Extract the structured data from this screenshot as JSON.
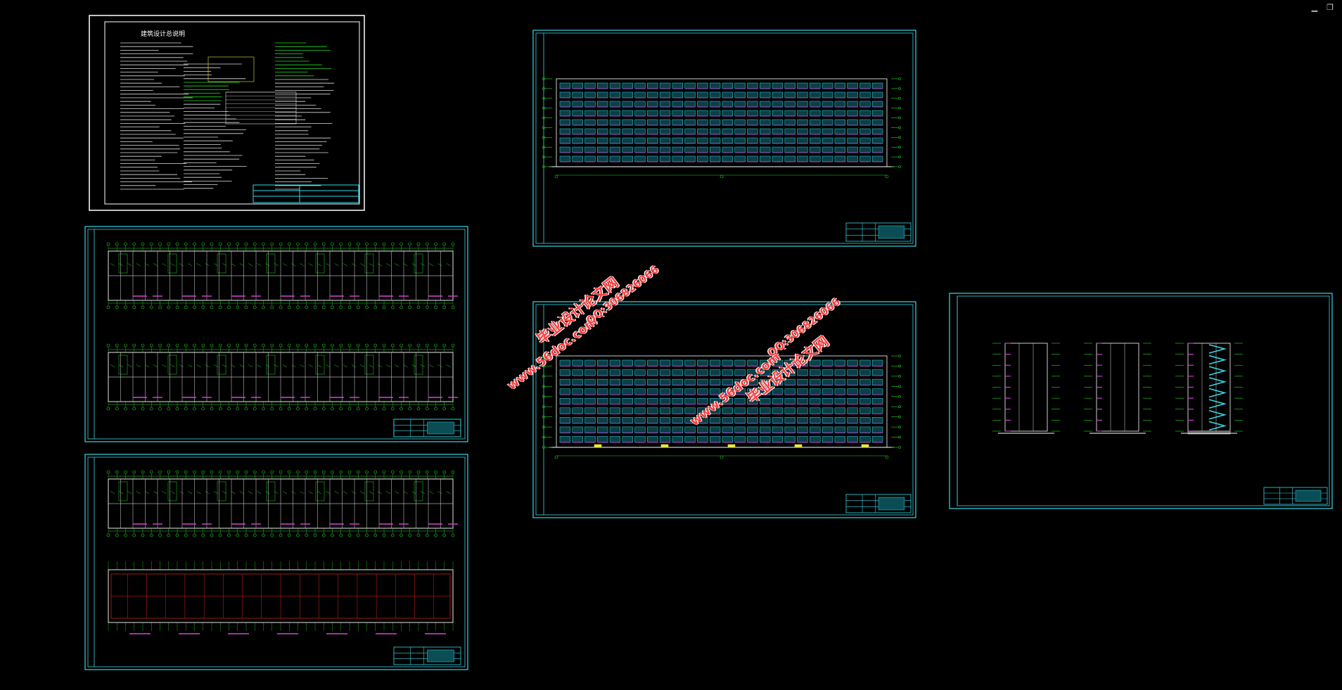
{
  "window": {
    "controls": [
      {
        "name": "minimize",
        "glyph": "▁"
      },
      {
        "name": "restore",
        "glyph": "❐"
      }
    ]
  },
  "sheets": {
    "design_notes": {
      "title": "建筑设计总说明"
    },
    "plan_a": {
      "caption": "",
      "caption2": ""
    },
    "plan_b": {
      "caption": ""
    },
    "elev_north": {
      "caption": ""
    },
    "elev_south": {
      "caption": ""
    },
    "sections": {
      "caption": ""
    }
  },
  "watermarks": [
    {
      "id": "wm1-cn",
      "text": "毕业设计论文网"
    },
    {
      "id": "wm1-url",
      "text": "www.56doc.com"
    },
    {
      "id": "wm1-qq",
      "text": "QQ:306826066"
    },
    {
      "id": "wm2-cn",
      "text": "毕业设计论文网"
    },
    {
      "id": "wm2-url",
      "text": "www.56doc.com"
    },
    {
      "id": "wm2-qq",
      "text": "QQ:306826066"
    }
  ],
  "colors": {
    "background": "#000000",
    "border_white": "#ffffff",
    "border_cyan": "#38d7e6",
    "line_green": "#22dd22",
    "line_magenta": "#e040e0",
    "line_yellow": "#e8e840",
    "line_red": "#dd2222",
    "watermark": "#ff3b3b"
  }
}
